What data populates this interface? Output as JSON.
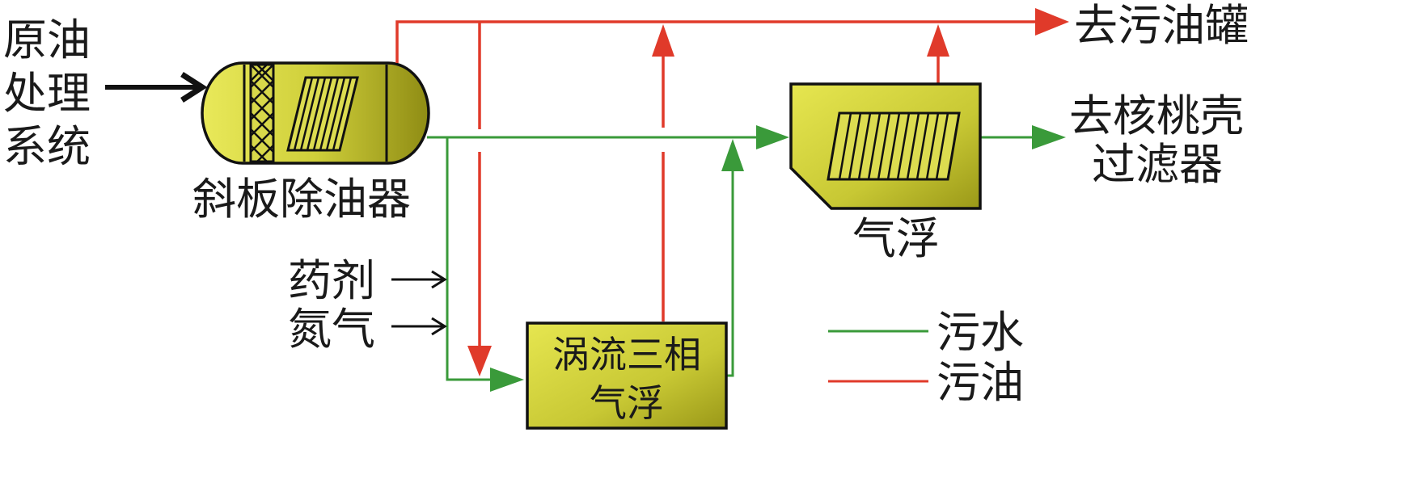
{
  "labels": {
    "crude_system": [
      "原油",
      "处理",
      "系统"
    ],
    "separator": "斜板除油器",
    "to_oil_tank": "去污油罐",
    "to_filter": [
      "去核桃壳",
      "过滤器"
    ],
    "air_flotation": "气浮",
    "chemical": "药剂",
    "nitrogen": "氮气",
    "vortex_flotation": [
      "涡流三相",
      "气浮"
    ]
  },
  "legend": {
    "items": [
      {
        "label": "污水",
        "color": "#3a9a3a"
      },
      {
        "label": "污油",
        "color": "#e03a2a"
      }
    ]
  },
  "colors": {
    "water": "#3a9a3a",
    "oil": "#e03a2a",
    "black": "#111111",
    "vessel_fill": "#cfd040",
    "vessel_dark": "#8c8a10"
  }
}
